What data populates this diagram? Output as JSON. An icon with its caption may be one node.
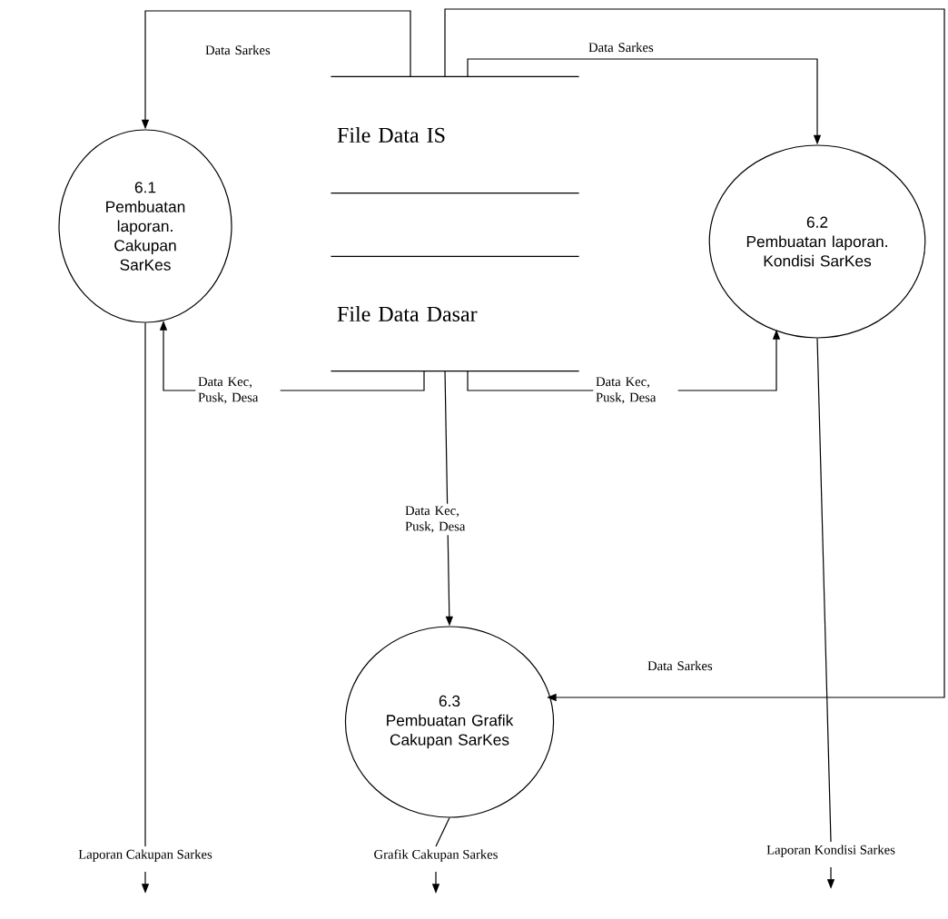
{
  "diagram": {
    "nodes": [
      {
        "text": [
          "6.1",
          "Pembuatan laporan. Cakupan SarKes"
        ]
      },
      {
        "text": [
          "File Data IS"
        ]
      },
      {
        "text": [
          "File Data Dasar"
        ]
      },
      {
        "text": [
          "6.2",
          "Pembuatan laporan. Kondisi SarKes"
        ]
      },
      {
        "text": [
          "6.3",
          "Pembuatan Grafik Cakupan SarKes"
        ]
      },
      {
        "text": [
          "Laporan Cakupan Sarkes"
        ]
      },
      {
        "text": [
          "Grafik Cakupan Sarkes"
        ]
      },
      {
        "text": [
          "Laporan Kondisi Sarkes"
        ]
      }
    ],
    "edges": [
      {
        "from": 1,
        "to": 0,
        "arrow": "to",
        "label": "Data Sarkes"
      },
      {
        "from": 1,
        "to": 3,
        "arrow": "to",
        "label": "Data Sarkes"
      },
      {
        "from": 1,
        "to": 4,
        "arrow": "to",
        "label": "Data Sarkes"
      },
      {
        "from": 2,
        "to": 0,
        "arrow": "to",
        "label": "Data Kec, Pusk, Desa"
      },
      {
        "from": 2,
        "to": 3,
        "arrow": "to",
        "label": "Data Kec, Pusk, Desa"
      },
      {
        "from": 2,
        "to": 4,
        "arrow": "to",
        "label": "Data Kec, Pusk, Desa"
      },
      {
        "from": 0,
        "to": 5,
        "arrow": "none"
      },
      {
        "from": 4,
        "to": 6,
        "arrow": "none"
      },
      {
        "from": 3,
        "to": 7,
        "arrow": "none"
      },
      {
        "from": 5,
        "to": null,
        "arrow": "to"
      },
      {
        "from": 6,
        "to": null,
        "arrow": "to"
      },
      {
        "from": 7,
        "to": null,
        "arrow": "to"
      }
    ]
  }
}
